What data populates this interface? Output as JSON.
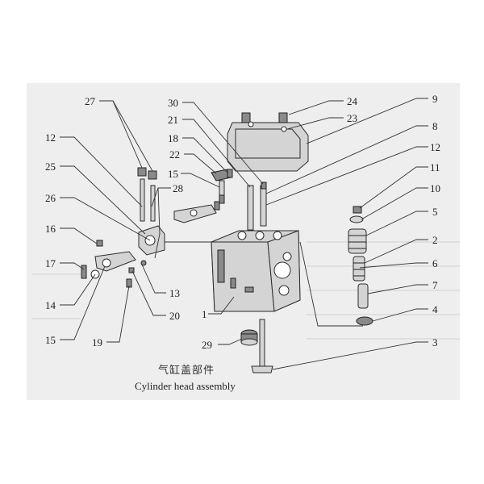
{
  "caption": {
    "chinese": "气缸盖部件",
    "english": "Cylinder head assembly"
  },
  "callouts": {
    "c1": "1",
    "c2": "2",
    "c3": "3",
    "c4": "4",
    "c5": "5",
    "c6": "6",
    "c7": "7",
    "c8": "8",
    "c9": "9",
    "c10": "10",
    "c11": "11",
    "c12a": "12",
    "c12b": "12",
    "c13": "13",
    "c14": "14",
    "c15a": "15",
    "c15b": "15",
    "c16": "16",
    "c17": "17",
    "c18": "18",
    "c19": "19",
    "c20": "20",
    "c21": "21",
    "c22": "22",
    "c23": "23",
    "c24": "24",
    "c25": "25",
    "c26": "26",
    "c27": "27",
    "c28": "28",
    "c29": "29",
    "c30": "30"
  },
  "colors": {
    "sheet": "#eeeeee",
    "line": "#333333",
    "part_fill": "#d4d4d4"
  }
}
